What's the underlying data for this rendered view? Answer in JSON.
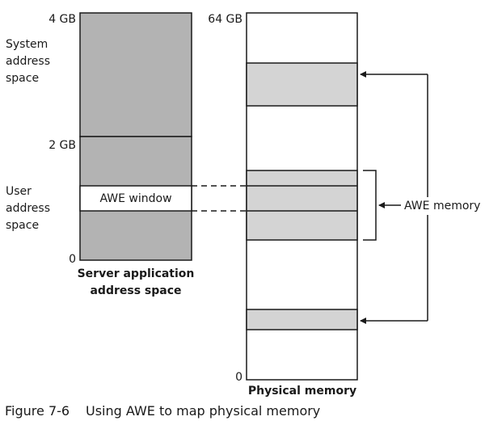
{
  "server": {
    "ticks": {
      "top": "4 GB",
      "mid": "2 GB",
      "bottom": "0"
    },
    "regions": {
      "system": "System address space",
      "user": "User address space"
    },
    "window_label": "AWE window",
    "caption_line1": "Server application",
    "caption_line2": "address space"
  },
  "physical": {
    "ticks": {
      "top": "64 GB",
      "bottom": "0"
    },
    "caption": "Physical memory"
  },
  "awe_memory_label": "AWE memory",
  "figure": {
    "number": "Figure 7-6",
    "title": "Using AWE to map physical memory"
  },
  "colors": {
    "shaded_dark": "#b3b3b3",
    "shaded_light": "#d4d4d4",
    "outline": "#1a1a1a"
  }
}
